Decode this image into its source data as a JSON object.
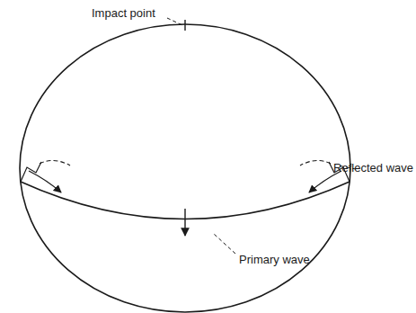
{
  "diagram": {
    "labels": [
      "Impact point",
      "Reflected wave",
      "Primary wave"
    ]
  }
}
